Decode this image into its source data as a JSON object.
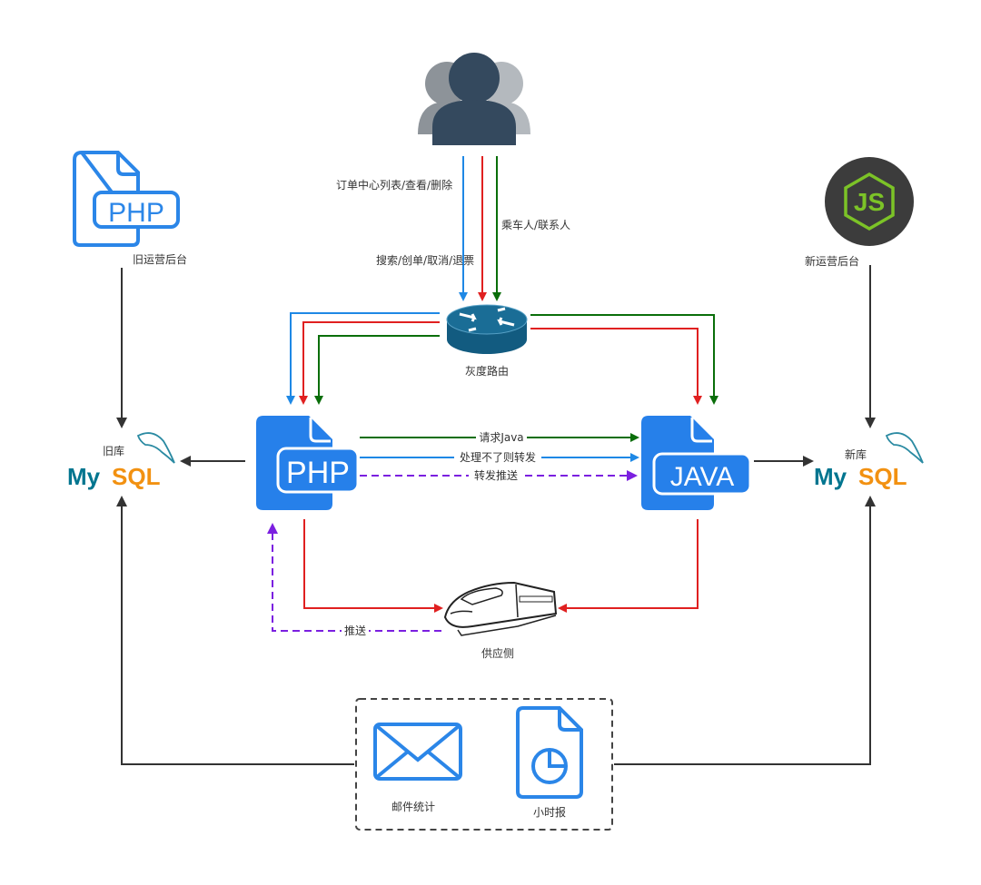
{
  "diagram": {
    "title": "灰度发布架构图",
    "colors": {
      "blue": "#1e88e5",
      "red": "#e02020",
      "green": "#0a6e0a",
      "purple": "#7b1fe0",
      "dark": "#333333",
      "icon_blue": "#2b86e8",
      "router": "#1a6d96",
      "user_front": "#34495e",
      "user_back": "#9aa0a6",
      "node_bg": "#3c3c3c",
      "node_green": "#7cc327"
    },
    "nodes": {
      "users": {
        "label": "",
        "icon": "users-group-icon"
      },
      "old_admin": {
        "label": "旧运营后台",
        "icon": "php-file-icon",
        "icon_text": "PHP"
      },
      "new_admin": {
        "label": "新运营后台",
        "icon": "nodejs-icon",
        "icon_text": "JS"
      },
      "router": {
        "label": "灰度路由",
        "icon": "router-icon"
      },
      "php_service": {
        "label": "PHP",
        "icon": "php-file-icon"
      },
      "java_service": {
        "label": "JAVA",
        "icon": "java-file-icon"
      },
      "old_db": {
        "label": "旧库",
        "icon": "mysql-icon",
        "brand_a": "My",
        "brand_b": "SQL"
      },
      "new_db": {
        "label": "新库",
        "icon": "mysql-icon",
        "brand_a": "My",
        "brand_b": "SQL"
      },
      "supplier": {
        "label": "供应侧",
        "icon": "train-icon"
      },
      "email_stats": {
        "label": "邮件统计",
        "icon": "envelope-icon"
      },
      "hourly_report": {
        "label": "小时报",
        "icon": "report-chart-icon"
      }
    },
    "edges": {
      "order_center": "订单中心列表/查看/删除",
      "search_order": "搜索/创单/取消/退票",
      "passenger": "乘车人/联系人",
      "request_java": "请求Java",
      "forward_unhandled": "处理不了则转发",
      "forward_push": "转发推送",
      "push": "推送"
    }
  }
}
